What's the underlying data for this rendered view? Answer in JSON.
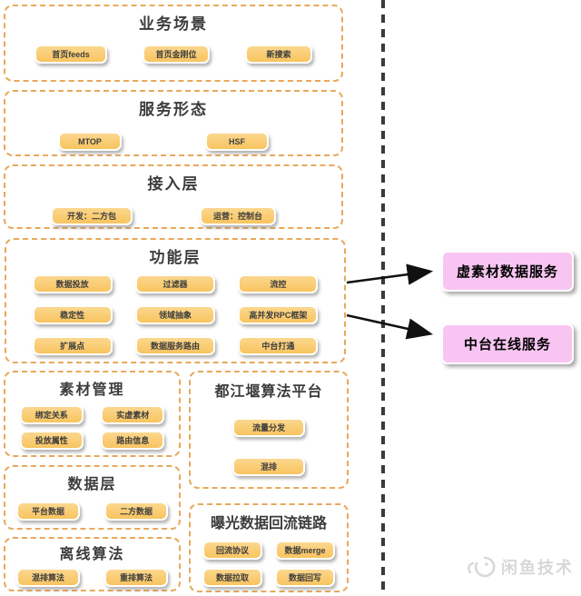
{
  "diagram": {
    "sections": [
      {
        "title": "业务场景",
        "buttons": [
          "首页feeds",
          "首页金刚位",
          "新搜索"
        ]
      },
      {
        "title": "服务形态",
        "buttons": [
          "MTOP",
          "HSF"
        ]
      },
      {
        "title": "接入层",
        "buttons": [
          "开发：二方包",
          "运营：控制台"
        ]
      },
      {
        "title": "功能层",
        "buttons": [
          "数据投放",
          "过滤器",
          "流控",
          "稳定性",
          "领域抽象",
          "高并发RPC框架",
          "扩展点",
          "数据服务路由",
          "中台打通"
        ]
      },
      {
        "title": "素材管理",
        "buttons": [
          "绑定关系",
          "实虚素材",
          "投放属性",
          "路由信息"
        ]
      },
      {
        "title": "都江堰算法平台",
        "buttons": [
          "流量分发",
          "混排"
        ]
      },
      {
        "title": "数据层",
        "buttons": [
          "平台数据",
          "二方数据"
        ]
      },
      {
        "title": "离线算法",
        "buttons": [
          "混排算法",
          "重排算法"
        ]
      },
      {
        "title": "曝光数据回流链路",
        "buttons": [
          "回流协议",
          "数据merge",
          "数据拉取",
          "数据回写"
        ]
      }
    ],
    "external_services": [
      {
        "label": "虚素材数据服务"
      },
      {
        "label": "中台在线服务"
      }
    ],
    "connections": [
      {
        "from": "功能层",
        "to": "虚素材数据服务"
      },
      {
        "from": "功能层",
        "to": "中台在线服务"
      }
    ],
    "watermark": {
      "text": "闲鱼技术",
      "icon": "xianyu-fish-logo"
    },
    "colors": {
      "node_fill": "#F9CA6E",
      "node_border": "#FFFFFF",
      "section_border": "#E9A85B",
      "external_fill": "#F8C5F2",
      "arrow": "#111111",
      "divider": "#3A3A3A",
      "watermark": "#D8D8D8"
    }
  }
}
